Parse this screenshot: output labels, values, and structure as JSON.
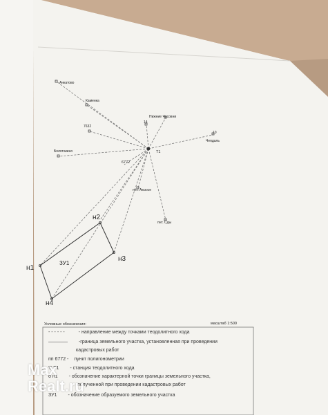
{
  "plan": {
    "points": {
      "ankatovo": "Анкатово",
      "kamenka": "Каменка",
      "p7632": "7632",
      "nizhnie": "Нижние Часовни",
      "p14": "14",
      "chepdal": "Чепдаль",
      "p10": "10",
      "bolotakino": "Болотакино",
      "p6772": "6772",
      "t1": "T1",
      "n1": "н1",
      "n2": "н2",
      "n3": "н3",
      "n4": "н4",
      "zu1": "ЗУ1",
      "pnt_akov": "пнт. Аксюсе",
      "pnt_sdy": "пнт. Сды"
    }
  },
  "legend": {
    "title": "Условные обозначения:",
    "scale": "масштаб 1:500",
    "rows": [
      {
        "symbol": "- - - - - -",
        "text": "- направление между точками теодолитного хода"
      },
      {
        "symbol": "————",
        "text": "-граница земельного участка, установленная при проведении"
      },
      {
        "symbol": "",
        "text": "кадастровых работ"
      },
      {
        "symbol": "пп 6772 -",
        "text": "пункт полигонометрии"
      },
      {
        "symbol": "▽ T1",
        "text": "- станция теодолитного хода"
      },
      {
        "symbol": "o н1",
        "text": "- обозначение характерной точки границы земельного участка,"
      },
      {
        "symbol": "",
        "text": "полученной при проведении кадастровых работ"
      },
      {
        "symbol": "ЗУ1",
        "text": "- обозначение образуемого земельного участка"
      }
    ]
  },
  "watermark": {
    "line1": "Max",
    "line2": "Realt.ru"
  }
}
